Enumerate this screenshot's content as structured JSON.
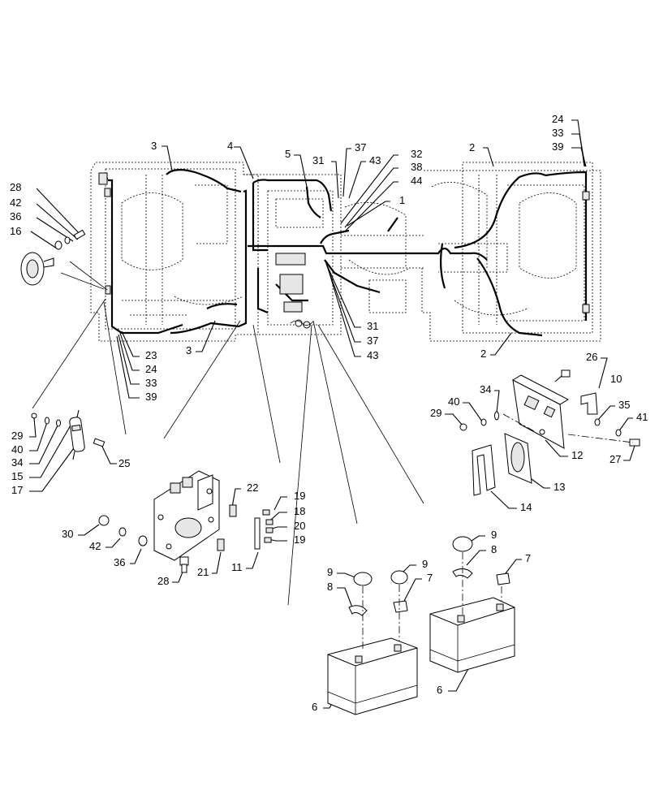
{
  "callouts": [
    {
      "id": "c3a",
      "label": "3"
    },
    {
      "id": "c4",
      "label": "4"
    },
    {
      "id": "c5",
      "label": "5"
    },
    {
      "id": "c31a",
      "label": "31"
    },
    {
      "id": "c37a",
      "label": "37"
    },
    {
      "id": "c43a",
      "label": "43"
    },
    {
      "id": "c32",
      "label": "32"
    },
    {
      "id": "c38",
      "label": "38"
    },
    {
      "id": "c44",
      "label": "44"
    },
    {
      "id": "c1",
      "label": "1"
    },
    {
      "id": "c2a",
      "label": "2"
    },
    {
      "id": "c24a",
      "label": "24"
    },
    {
      "id": "c33a",
      "label": "33"
    },
    {
      "id": "c39a",
      "label": "39"
    },
    {
      "id": "c28a",
      "label": "28"
    },
    {
      "id": "c42a",
      "label": "42"
    },
    {
      "id": "c36a",
      "label": "36"
    },
    {
      "id": "c16",
      "label": "16"
    },
    {
      "id": "c23",
      "label": "23"
    },
    {
      "id": "c24b",
      "label": "24"
    },
    {
      "id": "c33b",
      "label": "33"
    },
    {
      "id": "c39b",
      "label": "39"
    },
    {
      "id": "c3b",
      "label": "3"
    },
    {
      "id": "c31b",
      "label": "31"
    },
    {
      "id": "c37b",
      "label": "37"
    },
    {
      "id": "c43b",
      "label": "43"
    },
    {
      "id": "c2b",
      "label": "2"
    },
    {
      "id": "c26",
      "label": "26"
    },
    {
      "id": "c10",
      "label": "10"
    },
    {
      "id": "c34a",
      "label": "34"
    },
    {
      "id": "c40a",
      "label": "40"
    },
    {
      "id": "c29a",
      "label": "29"
    },
    {
      "id": "c35",
      "label": "35"
    },
    {
      "id": "c41",
      "label": "41"
    },
    {
      "id": "c12",
      "label": "12"
    },
    {
      "id": "c27",
      "label": "27"
    },
    {
      "id": "c13",
      "label": "13"
    },
    {
      "id": "c14",
      "label": "14"
    },
    {
      "id": "c29b",
      "label": "29"
    },
    {
      "id": "c40b",
      "label": "40"
    },
    {
      "id": "c34b",
      "label": "34"
    },
    {
      "id": "c15",
      "label": "15"
    },
    {
      "id": "c17",
      "label": "17"
    },
    {
      "id": "c25",
      "label": "25"
    },
    {
      "id": "c22",
      "label": "22"
    },
    {
      "id": "c19a",
      "label": "19"
    },
    {
      "id": "c18",
      "label": "18"
    },
    {
      "id": "c20",
      "label": "20"
    },
    {
      "id": "c19b",
      "label": "19"
    },
    {
      "id": "c11",
      "label": "11"
    },
    {
      "id": "c30",
      "label": "30"
    },
    {
      "id": "c42b",
      "label": "42"
    },
    {
      "id": "c36b",
      "label": "36"
    },
    {
      "id": "c28b",
      "label": "28"
    },
    {
      "id": "c21",
      "label": "21"
    },
    {
      "id": "c9a",
      "label": "9"
    },
    {
      "id": "c9b",
      "label": "9"
    },
    {
      "id": "c8a",
      "label": "8"
    },
    {
      "id": "c7a",
      "label": "7"
    },
    {
      "id": "c9c",
      "label": "9"
    },
    {
      "id": "c8b",
      "label": "8"
    },
    {
      "id": "c7b",
      "label": "7"
    },
    {
      "id": "c6a",
      "label": "6"
    },
    {
      "id": "c6b",
      "label": "6"
    }
  ]
}
